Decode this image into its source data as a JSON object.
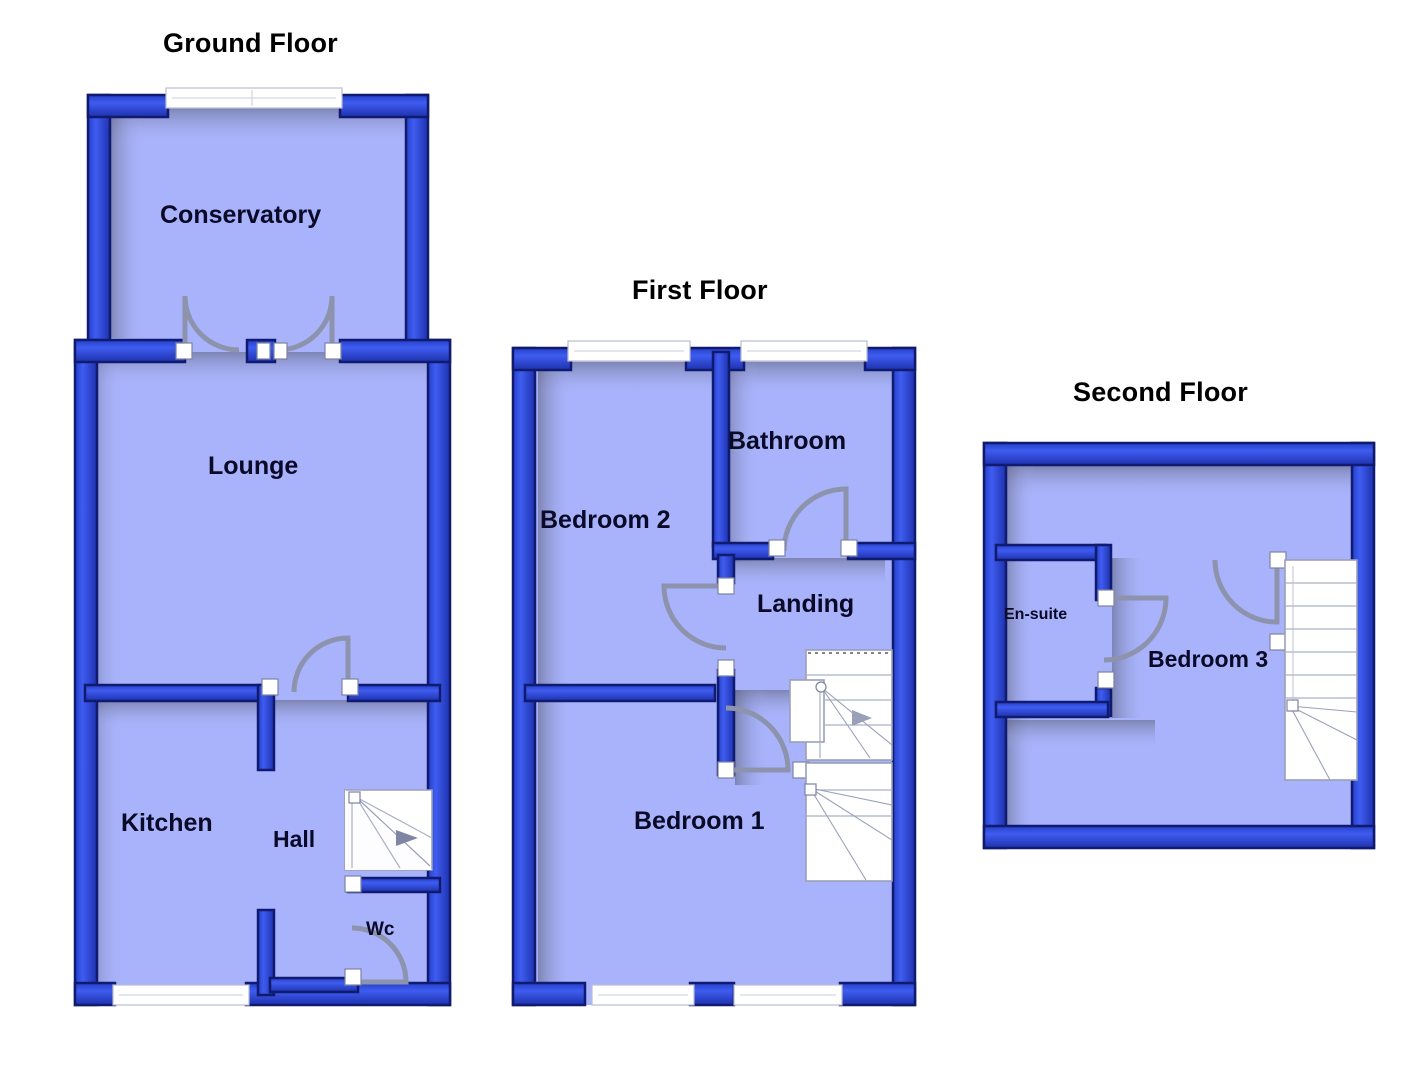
{
  "document": {
    "type": "residential-floor-plan",
    "background_color": "#ffffff",
    "floor_fill_color": "#A8B3FB",
    "wall_fill_color": "#2A47D8",
    "wall_outline_color": "#101A6E",
    "window_color": "#ffffff",
    "door_color": "#8d93ac",
    "label_color": "#0a0a28",
    "title_color": "#000000"
  },
  "floors": [
    {
      "id": "ground",
      "title": "Ground Floor",
      "rooms": [
        {
          "name": "Conservatory"
        },
        {
          "name": "Lounge"
        },
        {
          "name": "Kitchen"
        },
        {
          "name": "Hall"
        },
        {
          "name": "Wc"
        }
      ],
      "features": {
        "windows": 2,
        "doors": 4,
        "staircases": 1
      }
    },
    {
      "id": "first",
      "title": "First Floor",
      "rooms": [
        {
          "name": "Bathroom"
        },
        {
          "name": "Bedroom 2"
        },
        {
          "name": "Landing"
        },
        {
          "name": "Bedroom 1"
        }
      ],
      "features": {
        "windows": 4,
        "doors": 3,
        "staircases": 2
      }
    },
    {
      "id": "second",
      "title": "Second Floor",
      "rooms": [
        {
          "name": "En-suite"
        },
        {
          "name": "Bedroom 3"
        }
      ],
      "features": {
        "windows": 0,
        "doors": 2,
        "staircases": 1
      }
    }
  ],
  "labels": {
    "ground_title": "Ground Floor",
    "first_title": "First Floor",
    "second_title": "Second Floor",
    "conservatory": "Conservatory",
    "lounge": "Lounge",
    "kitchen": "Kitchen",
    "hall": "Hall",
    "wc": "Wc",
    "bathroom": "Bathroom",
    "bedroom2": "Bedroom 2",
    "landing": "Landing",
    "bedroom1": "Bedroom 1",
    "ensuite": "En-suite",
    "bedroom3": "Bedroom 3"
  }
}
